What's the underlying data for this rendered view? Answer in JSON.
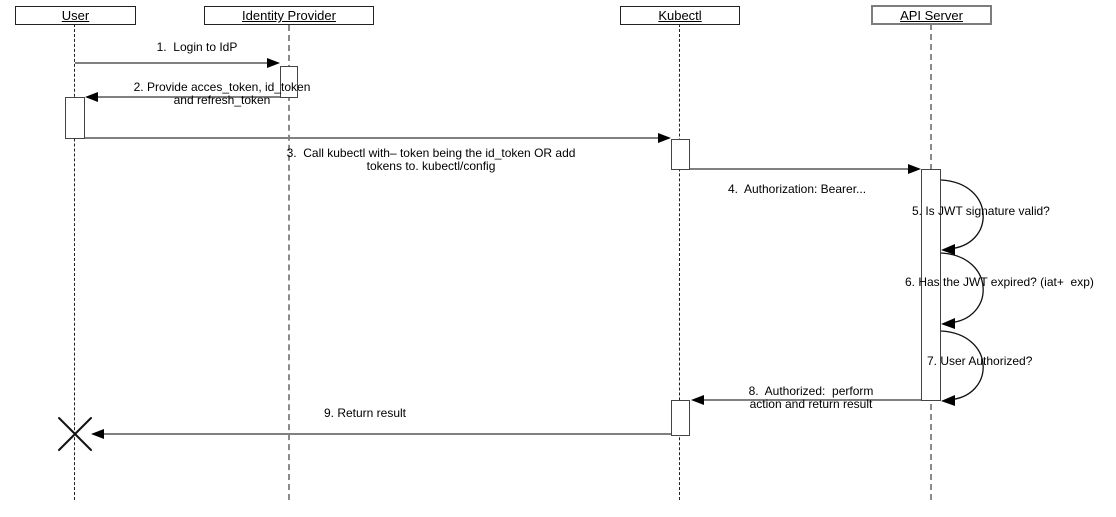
{
  "diagram": {
    "kind": "uml-sequence-diagram",
    "colors": {
      "background": "#ffffff",
      "arrow_line": "#808080",
      "arrowhead": "#000000",
      "lifeline_primary": "#222222",
      "lifeline_secondary": "#8a8a8a",
      "text": "#000000"
    }
  },
  "actors": [
    {
      "label": "User"
    },
    {
      "label": "Identity Provider"
    },
    {
      "label": "Kubectl"
    },
    {
      "label": "API Server"
    }
  ],
  "messages": [
    {
      "n": 1,
      "from": "User",
      "to": "Identity Provider",
      "label": "1.  Login to IdP"
    },
    {
      "n": 2,
      "from": "Identity Provider",
      "to": "User",
      "label": "2. Provide acces_token, id_token\nand refresh_token"
    },
    {
      "n": 3,
      "from": "User",
      "to": "Kubectl",
      "label": "3.  Call kubectl with– token being the id_token OR add\ntokens to. kubectl/config"
    },
    {
      "n": 4,
      "from": "Kubectl",
      "to": "API Server",
      "label": "4.  Authorization: Bearer..."
    },
    {
      "n": 5,
      "from": "API Server",
      "to": "API Server",
      "label": "5. Is JWT signature valid?"
    },
    {
      "n": 6,
      "from": "API Server",
      "to": "API Server",
      "label": "6. Has the JWT expired? (iat+  exp)"
    },
    {
      "n": 7,
      "from": "API Server",
      "to": "API Server",
      "label": "7. User Authorized?"
    },
    {
      "n": 8,
      "from": "API Server",
      "to": "Kubectl",
      "label": "8.  Authorized:  perform\naction and return result"
    },
    {
      "n": 9,
      "from": "Kubectl",
      "to": "User",
      "label": "9. Return result"
    }
  ]
}
